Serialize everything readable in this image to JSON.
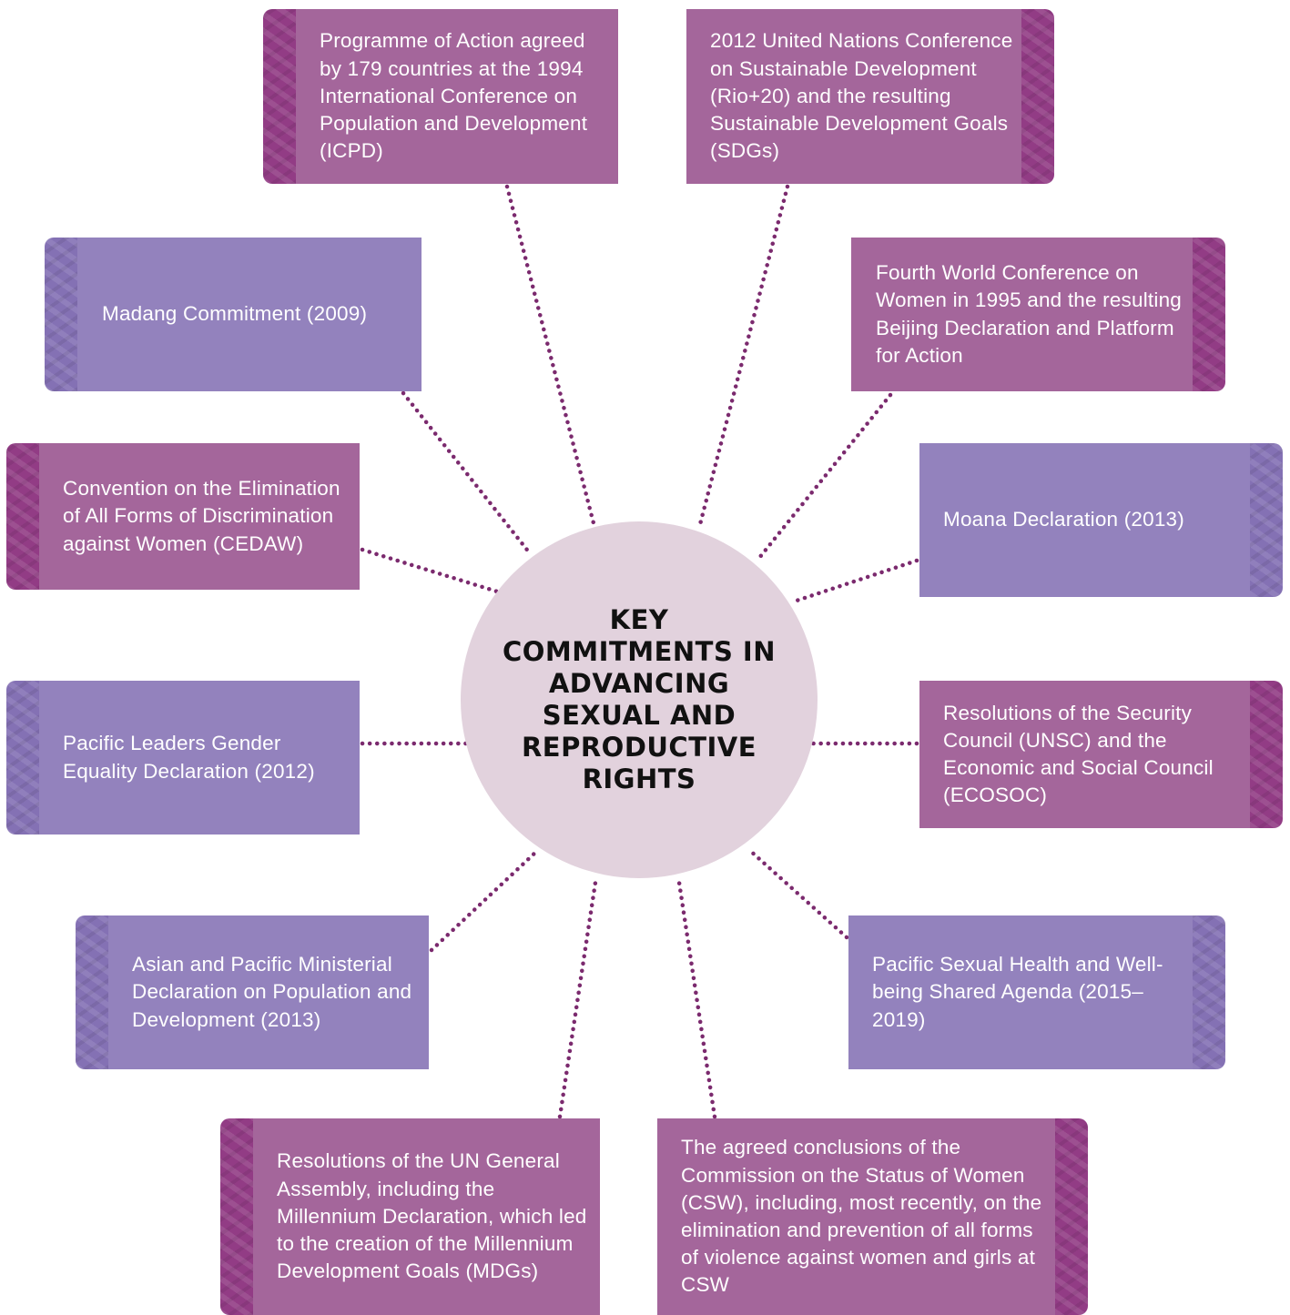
{
  "colors": {
    "magenta_box": "#a4669b",
    "magenta_tab": "#923c85",
    "lavender_box": "#9382bd",
    "lavender_tab": "#8471b4",
    "hub_fill": "#e2d2dd",
    "connector": "#7b2a6e"
  },
  "hub": {
    "title": "KEY COMMITMENTS IN ADVANCING SEXUAL AND REPRODUCTIVE RIGHTS"
  },
  "commitments": {
    "icpd": "Programme of Action agreed by 179 countries at the 1994 International Conference on Population and Development (ICPD)",
    "rio20": "2012 United Nations Conference on Sustainable Development (Rio+20) and the resulting Sustainable Development Goals (SDGs)",
    "madang": "Madang Commitment (2009)",
    "beijing": "Fourth World Conference on Women in 1995 and the resulting Beijing Declaration and Platform for Action",
    "cedaw": "Convention on the Elimination of All Forms of Discrimination against Women (CEDAW)",
    "moana": "Moana Declaration (2013)",
    "pacific_leaders": "Pacific Leaders Gender Equality Declaration (2012)",
    "security_council": "Resolutions of the Security Council (UNSC) and the Economic and Social Council (ECOSOC)",
    "asian_pacific": "Asian and Pacific Ministerial Declaration on Population and Development (2013)",
    "pacific_sexual_health": "Pacific Sexual Health and Well-being Shared Agenda (2015–2019)",
    "un_general_assembly": "Resolutions of the UN General Assembly, including the Millennium Declaration, which led to the creation of the Millennium Development Goals (MDGs)",
    "csw": "The agreed conclusions of the Commission on the Status of Women (CSW), including, most recently, on the elimination and prevention of all forms of violence against women and girls at CSW"
  }
}
